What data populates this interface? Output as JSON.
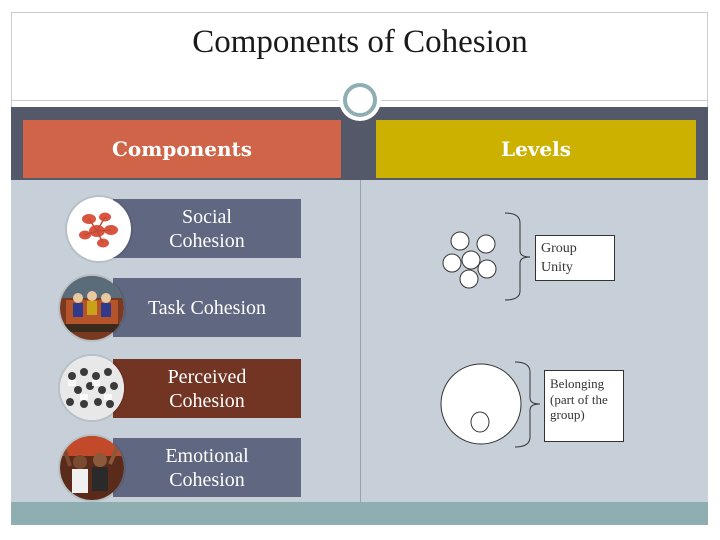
{
  "title": "Components of Cohesion",
  "headers": {
    "components": "Components",
    "levels": "Levels"
  },
  "components": [
    {
      "label": "Social Cohesion",
      "thumbnail": "social-network-icon"
    },
    {
      "label": "Task Cohesion",
      "thumbnail": "team-photo"
    },
    {
      "label": "Perceived Cohesion",
      "thumbnail": "crowd-photo"
    },
    {
      "label": "Emotional Cohesion",
      "thumbnail": "celebration-photo"
    }
  ],
  "levels": [
    {
      "label": "Group Unity"
    },
    {
      "label": "Belonging (part of the group)"
    }
  ],
  "colors": {
    "components_header": "#d06448",
    "levels_header": "#ccb100",
    "component_box": "#5f6781",
    "perceived_box": "#723524",
    "panel": "#c7d0d8",
    "band": "#535968",
    "footer": "#8eaeb2"
  }
}
